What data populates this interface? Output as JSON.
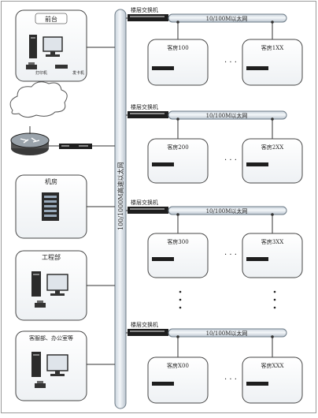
{
  "backbone_label": "100/1000M高速以太网",
  "left_nodes": {
    "front_desk": {
      "title": "前台",
      "printer1": "打印机",
      "printer2": "发卡机"
    },
    "machine_room": {
      "title": "机房"
    },
    "engineering": {
      "title": "工程部"
    },
    "office": {
      "title": "客服部、办公室等"
    }
  },
  "floors": [
    {
      "switch_label": "楼层交换机",
      "ethernet_label": "10/100M以太网",
      "room_left": "客房100",
      "room_right": "客房1XX"
    },
    {
      "switch_label": "楼层交换机",
      "ethernet_label": "10/100M以太网",
      "room_left": "客房200",
      "room_right": "客房2XX"
    },
    {
      "switch_label": "楼层交换机",
      "ethernet_label": "10/100M以太网",
      "room_left": "客房300",
      "room_right": "客房3XX"
    },
    {
      "switch_label": "楼层交换机",
      "ethernet_label": "10/100M以太网",
      "room_left": "客房X00",
      "room_right": "客房XXX"
    }
  ],
  "ellipsis": "· · ·"
}
